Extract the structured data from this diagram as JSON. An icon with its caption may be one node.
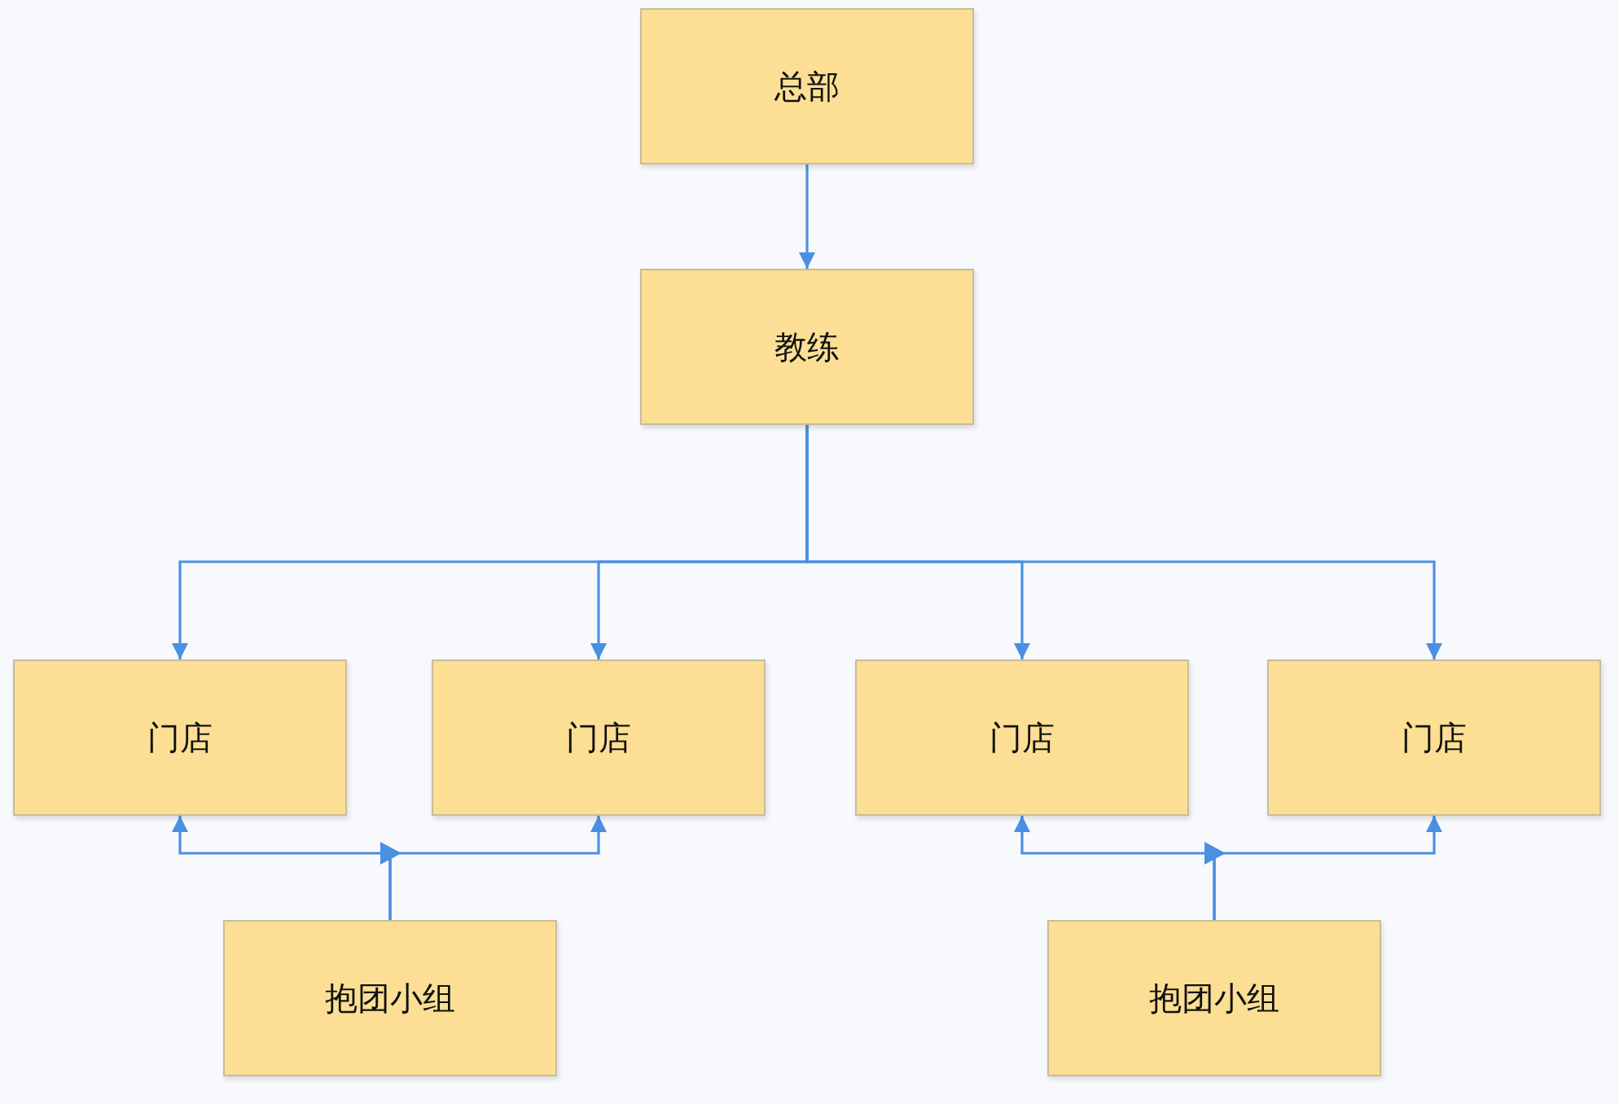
{
  "diagram": {
    "nodes": [
      {
        "text": [
          "总部"
        ]
      },
      {
        "text": [
          "教练"
        ]
      },
      {
        "text": [
          "门店"
        ]
      },
      {
        "text": [
          "门店"
        ]
      },
      {
        "text": [
          "门店"
        ]
      },
      {
        "text": [
          "门店"
        ]
      },
      {
        "text": [
          "抱团小组"
        ]
      },
      {
        "text": [
          "抱团小组"
        ]
      }
    ],
    "edges": [
      {
        "from": 0,
        "to": 1,
        "arrow": "to"
      },
      {
        "from": 1,
        "to": 2,
        "arrow": "to"
      },
      {
        "from": 1,
        "to": 3,
        "arrow": "to"
      },
      {
        "from": 1,
        "to": 4,
        "arrow": "to"
      },
      {
        "from": 1,
        "to": 5,
        "arrow": "to"
      },
      {
        "from": 6,
        "to": 2,
        "arrow": "to"
      },
      {
        "from": 6,
        "to": 3,
        "arrow": "to"
      },
      {
        "from": 7,
        "to": 4,
        "arrow": "to"
      },
      {
        "from": 7,
        "to": 5,
        "arrow": "to"
      }
    ]
  }
}
